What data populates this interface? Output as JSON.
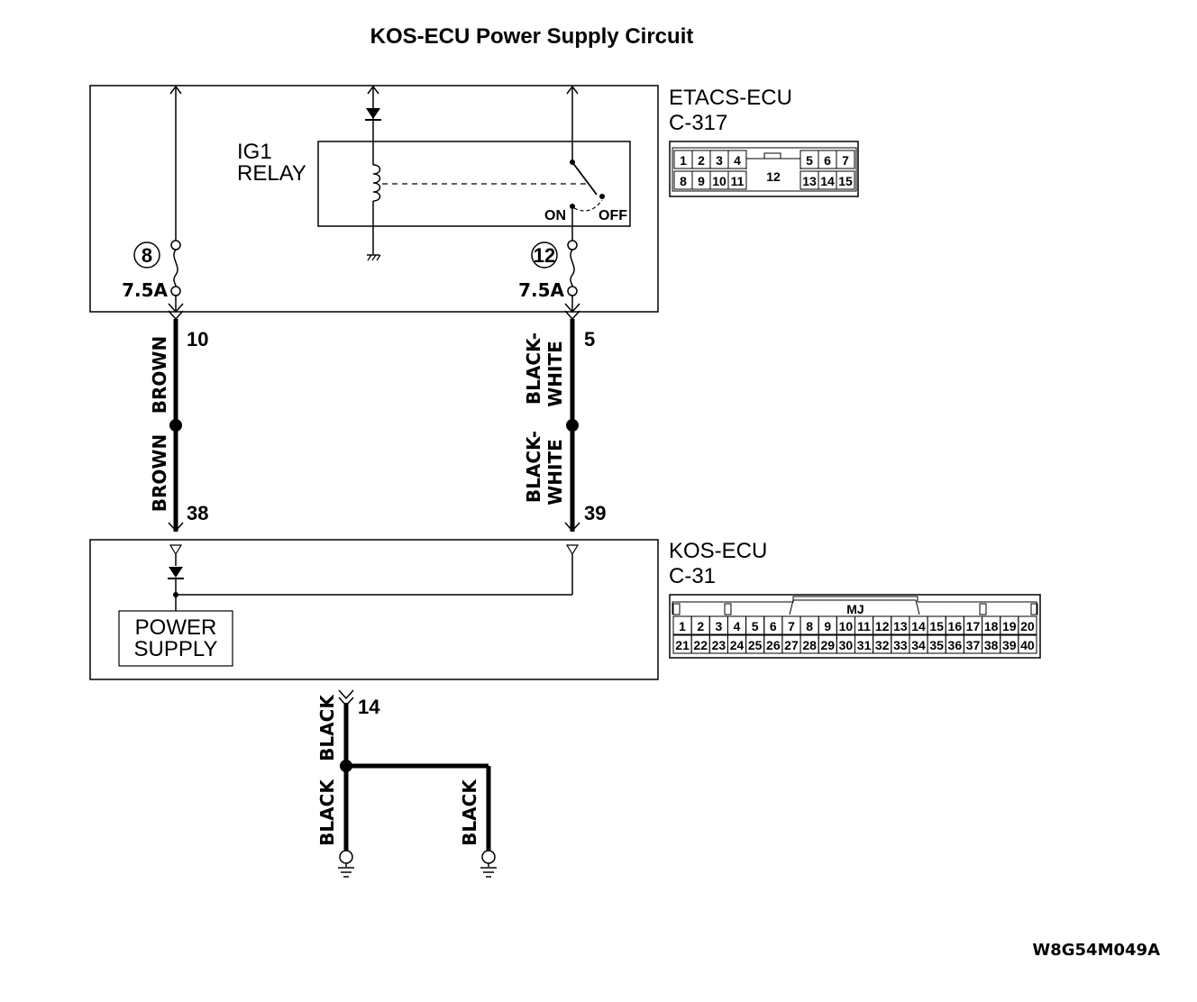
{
  "title": "KOS-ECU  Power Supply Circuit",
  "etacs": {
    "name": "ETACS-ECU",
    "connector": "C-317",
    "relay_label_1": "IG1",
    "relay_label_2": "RELAY",
    "switch_on": "ON",
    "switch_off": "OFF",
    "fuse_left_num": "8",
    "fuse_left_rating": "7.5A",
    "fuse_right_num": "12",
    "fuse_right_rating": "7.5A",
    "cavities_top_left": [
      "1",
      "2",
      "3",
      "4"
    ],
    "cavity_center": "12",
    "cavities_top_right": [
      "5",
      "6",
      "7"
    ],
    "cavities_bottom_left": [
      "8",
      "9",
      "10",
      "11"
    ],
    "cavities_bottom_right": [
      "13",
      "14",
      "15"
    ]
  },
  "wires": {
    "left_top_pin": "10",
    "left_top_color": "BROWN",
    "left_bottom_color": "BROWN",
    "left_bottom_pin": "38",
    "right_top_pin": "5",
    "right_top_color_1": "BLACK-",
    "right_top_color_2": "WHITE",
    "right_bottom_color_1": "BLACK-",
    "right_bottom_color_2": "WHITE",
    "right_bottom_pin": "39"
  },
  "kos": {
    "name": "KOS-ECU",
    "connector": "C-31",
    "power_supply_1": "POWER",
    "power_supply_2": "SUPPLY",
    "connector_mark": "MJ",
    "row1": [
      "1",
      "2",
      "3",
      "4",
      "5",
      "6",
      "7",
      "8",
      "9",
      "10",
      "11",
      "12",
      "13",
      "14",
      "15",
      "16",
      "17",
      "18",
      "19",
      "20"
    ],
    "row2": [
      "21",
      "22",
      "23",
      "24",
      "25",
      "26",
      "27",
      "28",
      "29",
      "30",
      "31",
      "32",
      "33",
      "34",
      "35",
      "36",
      "37",
      "38",
      "39",
      "40"
    ]
  },
  "ground": {
    "pin": "14",
    "top_color": "BLACK",
    "left_color": "BLACK",
    "right_color": "BLACK"
  },
  "figure_code": "W8G54M049A"
}
